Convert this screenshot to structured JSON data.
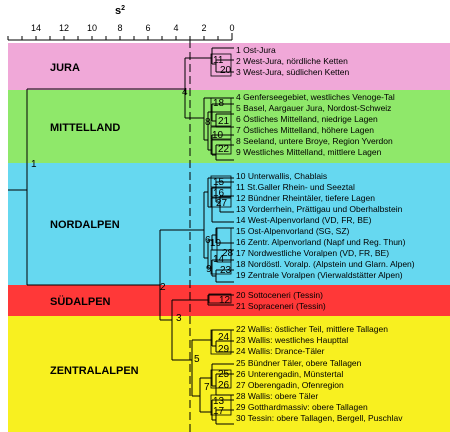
{
  "axis": {
    "title_main": "s",
    "title_sup": "2",
    "ticks": [
      "14",
      "12",
      "10",
      "8",
      "6",
      "4",
      "2",
      "0"
    ],
    "tick_values": [
      14,
      12,
      10,
      8,
      6,
      4,
      2,
      0
    ]
  },
  "regions": [
    {
      "name": "JURA",
      "color": "#f0a8d8"
    },
    {
      "name": "MITTELLAND",
      "color": "#8fe86a"
    },
    {
      "name": "NORDALPEN",
      "color": "#66d8f0"
    },
    {
      "name": "SÜDALPEN",
      "color": "#ff3838"
    },
    {
      "name": "ZENTRALALPEN",
      "color": "#f8f020"
    }
  ],
  "leaves": [
    "1 Ost-Jura",
    "2 West-Jura, nördliche Ketten",
    "3 West-Jura, südlichen Ketten",
    "4 Genferseegebiet, westliches Venoge-Tal",
    "5 Basel, Aargauer Jura, Nordost-Schweiz",
    "6 Östliches Mittelland, niedrige Lagen",
    "7 Östliches Mittelland, höhere Lagen",
    "8 Seeland, untere Broye, Region Yverdon",
    "9 Westliches Mittelland, mittlere Lagen",
    "10 Unterwallis, Chablais",
    "11 St.Galler Rhein- und Seeztal",
    "12 Bündner Rheintäler, tiefere Lagen",
    "13 Vorderrhein, Prättigau und Oberhalbstein",
    "14 West-Alpenvorland (VD, FR, BE)",
    "15 Ost-Alpenvorland (SG, SZ)",
    "16 Zentr. Alpenvorland (Napf und Reg. Thun)",
    "17 Nordwestliche Voralpen (VD, FR, BE)",
    "18 Nordöstl. Voralp. (Alpstein und Glarn. Alpen)",
    "19 Zentrale Voralpen (Vierwaldstätter Alpen)",
    "20 Sottoceneri (Tessin)",
    "21 Sopraceneri (Tessin)",
    "22 Wallis: östlicher Teil, mittlere Tallagen",
    "23 Wallis: westliches Haupttal",
    "24 Wallis: Drance-Täler",
    "25 Bündner Täler, obere Tallagen",
    "26 Unterengadin, Münstertal",
    "27 Oberengadin, Ofenregion",
    "28 Wallis: obere Täler",
    "29 Gotthardmassiv: obere Tallagen",
    "30 Tessin: obere Tallagen, Bergell, Puschlav"
  ],
  "nodes": [
    "1",
    "2",
    "3",
    "4",
    "5",
    "6",
    "7",
    "8",
    "9",
    "10",
    "11",
    "12",
    "13",
    "14",
    "15",
    "16",
    "17",
    "18",
    "19",
    "20",
    "21",
    "22",
    "23",
    "24",
    "25",
    "26",
    "27",
    "28",
    "29"
  ]
}
